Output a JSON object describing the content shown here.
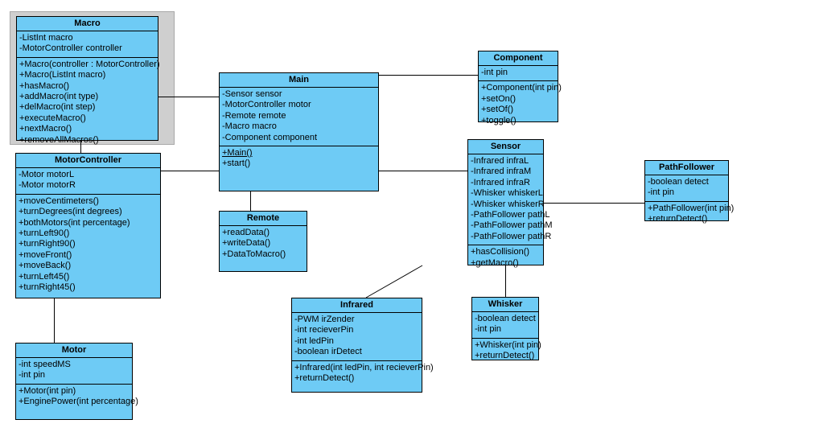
{
  "diagram": {
    "title": "UML Class Diagram",
    "type": "uml-class-diagram",
    "colors": {
      "class_fill": "#6ECBF5",
      "class_border": "#000000",
      "selection_frame": "#CFCFCF",
      "canvas": "#FFFFFF",
      "line": "#000000"
    }
  },
  "classes": {
    "macro": {
      "name": "Macro",
      "attributes": [
        "-ListInt macro",
        "-MotorController controller"
      ],
      "methods": [
        "+Macro(controller : MotorController)",
        "+Macro(ListInt macro)",
        "+hasMacro()",
        "+addMacro(int type)",
        "+delMacro(int step)",
        "+executeMacro()",
        "+nextMacro()",
        "+removeAllMacros()"
      ],
      "selected": true
    },
    "motorcontroller": {
      "name": "MotorController",
      "attributes": [
        "-Motor motorL",
        "-Motor motorR"
      ],
      "methods": [
        "+moveCentimeters()",
        "+turnDegrees(int degrees)",
        "+bothMotors(int percentage)",
        "+turnLeft90()",
        "+turnRight90()",
        "+moveFront()",
        "+moveBack()",
        "+turnLeft45()",
        "+turnRight45()"
      ]
    },
    "motor": {
      "name": "Motor",
      "attributes": [
        "-int speedMS",
        "-int pin"
      ],
      "methods": [
        "+Motor(int pin)",
        "+EnginePower(int percentage)"
      ]
    },
    "main": {
      "name": "Main",
      "attributes": [
        "-Sensor sensor",
        "-MotorController motor",
        "-Remote remote",
        "-Macro macro",
        "-Component component"
      ],
      "methods": [
        "+Main()",
        "+start()"
      ],
      "static_methods": [
        "+Main()"
      ]
    },
    "remote": {
      "name": "Remote",
      "attributes": [],
      "methods": [
        "+readData()",
        "+writeData()",
        "+DataToMacro()"
      ]
    },
    "component": {
      "name": "Component",
      "attributes": [
        "-int pin"
      ],
      "methods": [
        "+Component(int pin)",
        "+setOn()",
        "+setOf()",
        "+toggle()"
      ]
    },
    "sensor": {
      "name": "Sensor",
      "attributes": [
        "-Infrared infraL",
        "-Infrared infraM",
        "-Infrared infraR",
        "-Whisker whiskerL",
        "-Whisker whiskerR",
        "-PathFollower pathL",
        "-PathFollower pathM",
        "-PathFollower pathR"
      ],
      "methods": [
        "+hasCollision()",
        "+getMacro()"
      ]
    },
    "pathfollower": {
      "name": "PathFollower",
      "attributes": [
        "-boolean detect",
        "-int pin"
      ],
      "methods": [
        "+PathFollower(int pin)",
        "+returnDetect()"
      ]
    },
    "infrared": {
      "name": "Infrared",
      "attributes": [
        "-PWM irZender",
        "-int recieverPin",
        "-int ledPin",
        "-boolean irDetect"
      ],
      "methods": [
        "+Infrared(int ledPin, int recieverPin)",
        "+returnDetect()"
      ]
    },
    "whisker": {
      "name": "Whisker",
      "attributes": [
        "-boolean detect",
        "-int pin"
      ],
      "methods": [
        "+Whisker(int pin)",
        "+returnDetect()"
      ]
    }
  },
  "associations": [
    {
      "from": "macro",
      "to": "main",
      "style": "orthogonal"
    },
    {
      "from": "macro",
      "to": "motorcontroller",
      "style": "vertical"
    },
    {
      "from": "motorcontroller",
      "to": "main",
      "style": "horizontal"
    },
    {
      "from": "motorcontroller",
      "to": "motor",
      "style": "vertical"
    },
    {
      "from": "main",
      "to": "component",
      "style": "horizontal"
    },
    {
      "from": "main",
      "to": "sensor",
      "style": "horizontal"
    },
    {
      "from": "main",
      "to": "remote",
      "style": "vertical"
    },
    {
      "from": "sensor",
      "to": "pathfollower",
      "style": "horizontal"
    },
    {
      "from": "sensor",
      "to": "whisker",
      "style": "vertical"
    },
    {
      "from": "sensor",
      "to": "infrared",
      "style": "diagonal"
    }
  ]
}
